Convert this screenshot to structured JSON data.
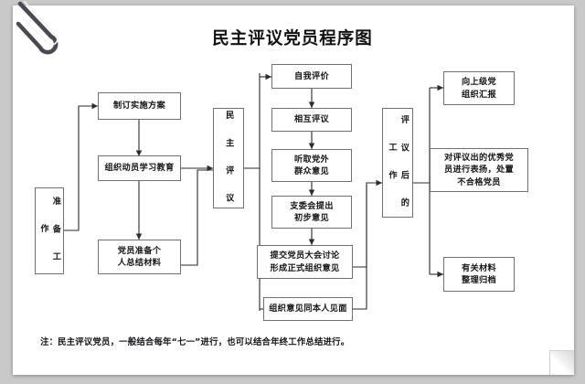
{
  "document": {
    "title": "民主评议党员程序图",
    "note": "注：民主评议党员，一般结合每年“七一”进行，也可以结合年终工作总结进行。",
    "paper_color": "#ffffff",
    "line_color": "#6f6f78",
    "text_color": "#181818"
  },
  "stages": {
    "preparation": "准 备 工 作",
    "appraisal": "民 主 评 议",
    "post_appraisal": "评 议 后 的 工 作"
  },
  "nodes": {
    "plan": "制订实施方案",
    "mobilize": "组织动员学习教育",
    "self_summary_l1": "党员准备个",
    "self_summary_l2": "人总结材料",
    "self_eval": "自我评价",
    "mutual_eval": "相互评议",
    "outside_opinion_l1": "听取党外",
    "outside_opinion_l2": "群众意见",
    "branch_opinion_l1": "支委会提出",
    "branch_opinion_l2": "初步意见",
    "party_meeting_l1": "提交党员大会讨论",
    "party_meeting_l2": "形成正式组织意见",
    "feedback": "组织意见同本人见面",
    "report_l1": "向上级党",
    "report_l2": "组织汇报",
    "reward_l1": "对评议出的优秀党",
    "reward_l2": "员进行表扬，处置",
    "reward_l3": "不合格党员",
    "archive_l1": "有关材料",
    "archive_l2": "整理归档"
  },
  "icons": {
    "paperclip": "paperclip-icon",
    "page_curl": "page-curl-icon"
  }
}
